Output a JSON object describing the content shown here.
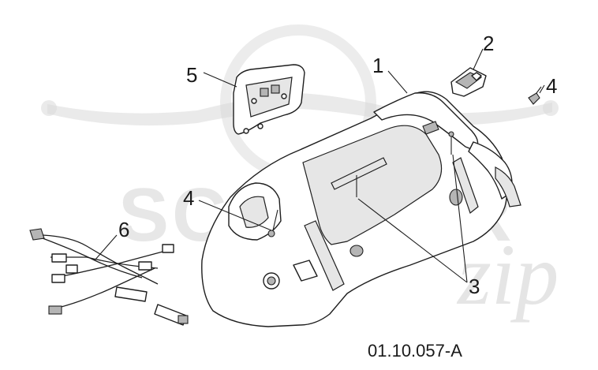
{
  "callouts": {
    "c1": "1",
    "c2": "2",
    "c3": "3",
    "c4a": "4",
    "c4b": "4",
    "c5": "5",
    "c6": "6"
  },
  "reference_code": "01.10.057-A",
  "watermark": {
    "brand": "SCOOTER",
    "script": "zip"
  }
}
